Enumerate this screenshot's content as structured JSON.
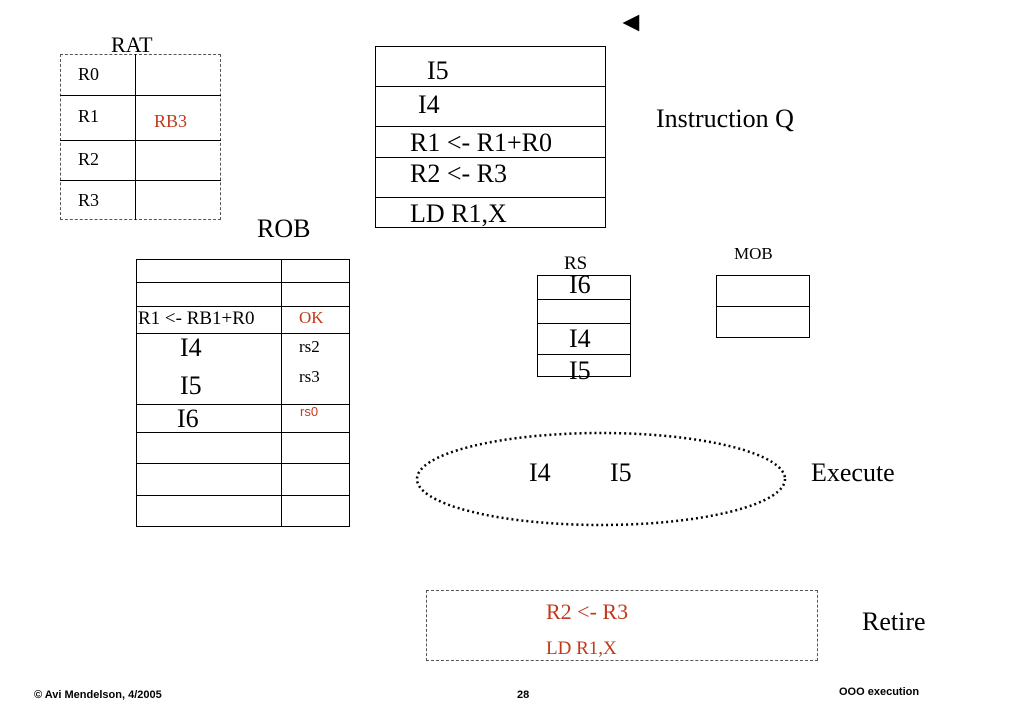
{
  "rat": {
    "title": "RAT",
    "rows": [
      {
        "reg": "R0",
        "value": ""
      },
      {
        "reg": "R1",
        "value": "RB3"
      },
      {
        "reg": "R2",
        "value": ""
      },
      {
        "reg": "R3",
        "value": ""
      }
    ]
  },
  "instruction_queue": {
    "label": "Instruction Q",
    "entries": [
      "I5",
      "I4",
      "R1 <- R1+R0",
      "R2 <- R3",
      "LD R1,X"
    ]
  },
  "rob": {
    "title": "ROB",
    "rows": [
      {
        "instr": "",
        "status": ""
      },
      {
        "instr": "",
        "status": ""
      },
      {
        "instr": "R1 <- RB1+R0",
        "status": "OK"
      },
      {
        "instr": "I4",
        "status": "rs2"
      },
      {
        "instr": "I5",
        "status": "rs3"
      },
      {
        "instr": "I6",
        "status": "rs0"
      },
      {
        "instr": "",
        "status": ""
      },
      {
        "instr": "",
        "status": ""
      },
      {
        "instr": "",
        "status": ""
      }
    ]
  },
  "rs": {
    "title": "RS",
    "entries": [
      "I6",
      "",
      "I4",
      "I5"
    ]
  },
  "mob": {
    "title": "MOB",
    "entries": [
      "",
      ""
    ]
  },
  "execute": {
    "label": "Execute",
    "items": [
      "I4",
      "I5"
    ]
  },
  "retire": {
    "label": "Retire",
    "items": [
      "R2 <- R3",
      "LD R1,X"
    ]
  },
  "pointer": "◄",
  "footer": {
    "copyright": "© Avi Mendelson, 4/2005",
    "page": "28",
    "topic": "OOO execution"
  }
}
